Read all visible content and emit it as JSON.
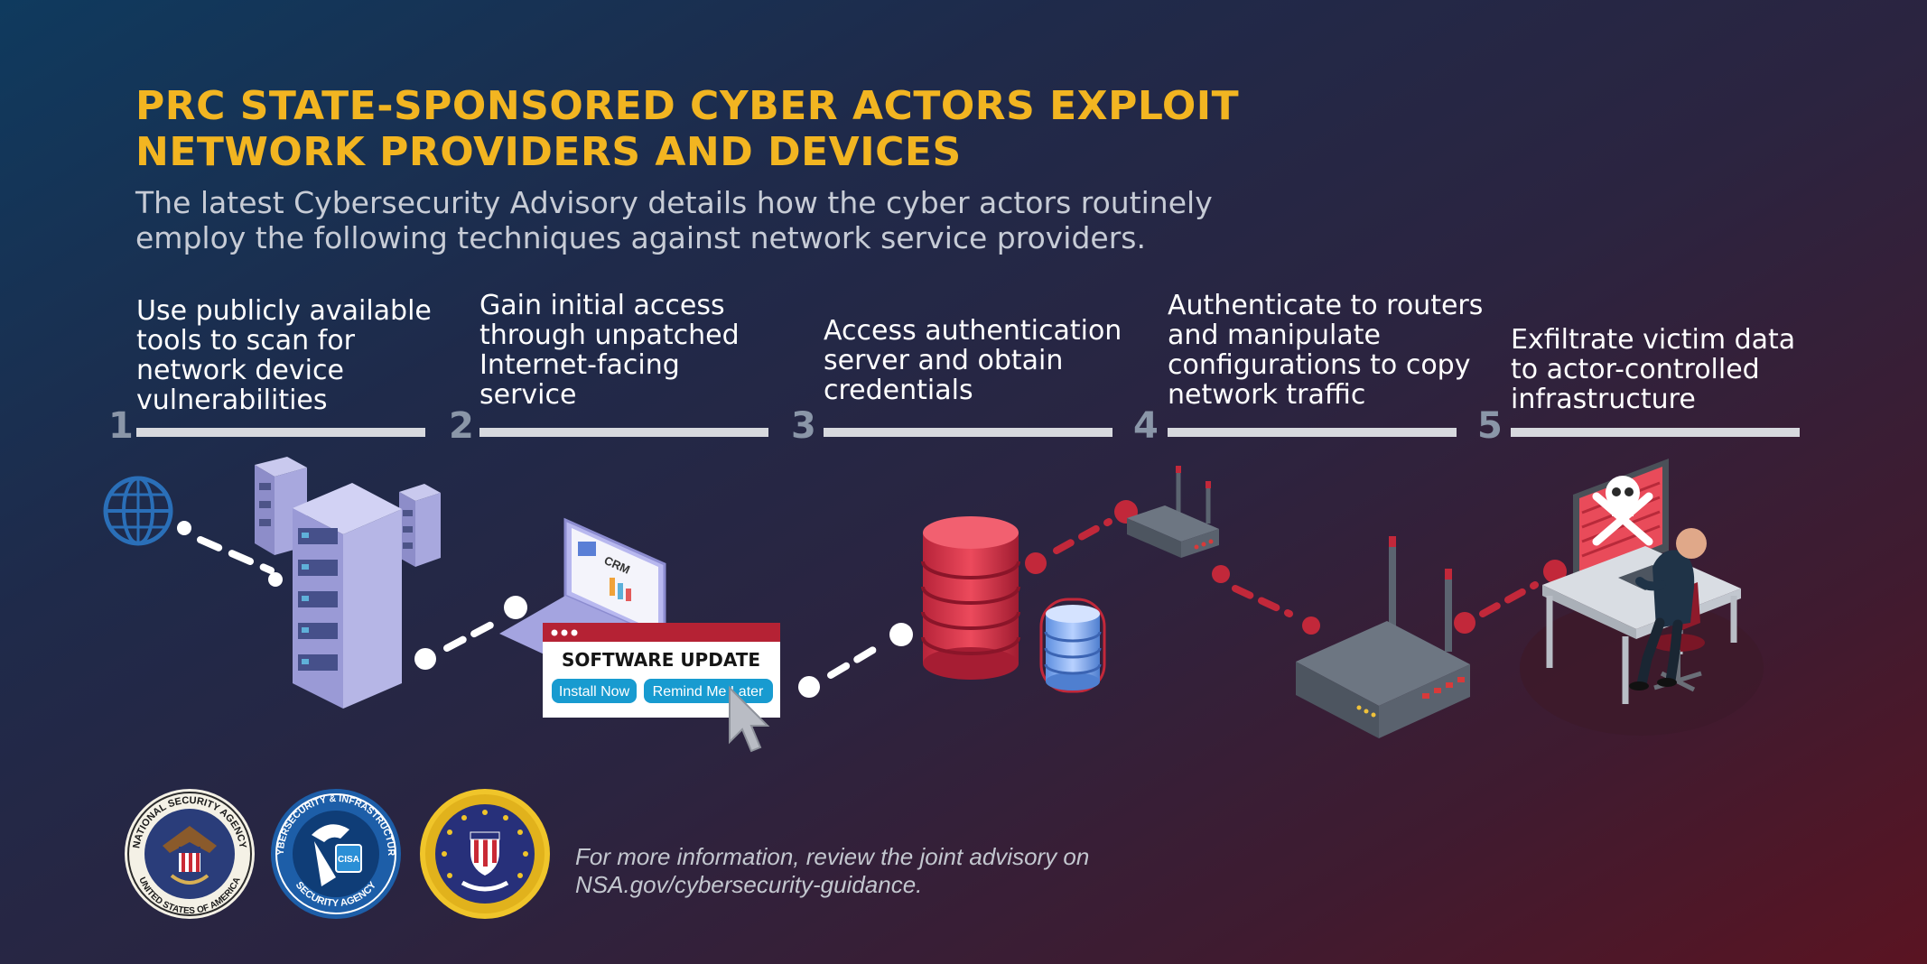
{
  "header": {
    "title_line1": "PRC STATE-SPONSORED CYBER ACTORS EXPLOIT",
    "title_line2": "NETWORK PROVIDERS AND DEVICES",
    "subtitle_line1": "The latest Cybersecurity Advisory details how the cyber actors routinely",
    "subtitle_line2": "employ the following techniques against network service providers."
  },
  "steps": [
    {
      "number": "1",
      "lines": [
        "Use publicly available",
        "tools to scan for",
        "network device",
        "vulnerabilities"
      ]
    },
    {
      "number": "2",
      "lines": [
        "Gain initial access",
        "through unpatched",
        "Internet-facing",
        "service"
      ]
    },
    {
      "number": "3",
      "lines": [
        "Access authentication",
        "server and obtain",
        "credentials"
      ]
    },
    {
      "number": "4",
      "lines": [
        "Authenticate to routers",
        "and manipulate",
        "configurations to copy",
        "network traffic"
      ]
    },
    {
      "number": "5",
      "lines": [
        "Exfiltrate victim data",
        "to actor-controlled",
        "infrastructure"
      ]
    }
  ],
  "popup": {
    "title": "SOFTWARE UPDATE",
    "install_label": "Install Now",
    "remind_label": "Remind Me Later"
  },
  "laptop_screen_label": "CRM",
  "seals": {
    "nsa_top": "NATIONAL SECURITY AGENCY",
    "nsa_bottom": "UNITED STATES OF AMERICA",
    "cisa_top": "CYBERSECURITY & INFRASTRUCTURE",
    "cisa_bottom": "SECURITY AGENCY",
    "cisa_center": "CISA"
  },
  "footer": {
    "line1": "For more information, review the joint advisory on",
    "line2": "NSA.gov/cybersecurity-guidance."
  },
  "colors": {
    "title": "#f2b521",
    "accent_red": "#d22c3c",
    "step_bar": "#d7d9de",
    "step_number": "#8a96a8"
  }
}
